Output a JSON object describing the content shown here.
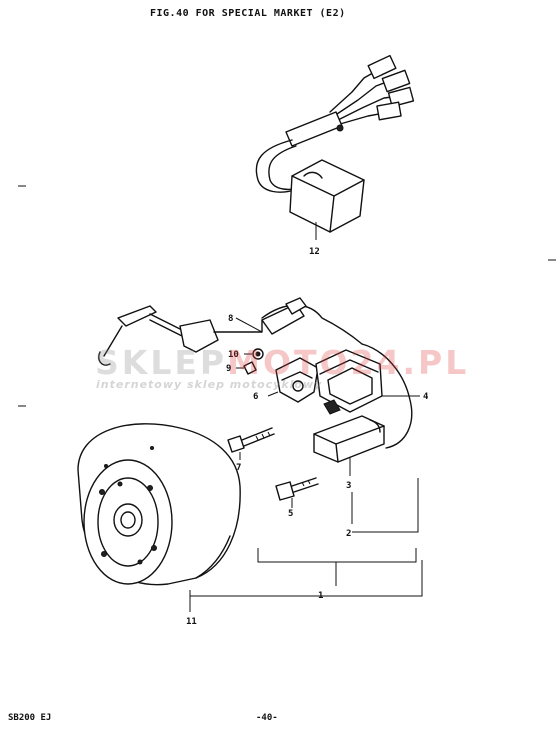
{
  "title": "FIG.40  FOR SPECIAL MARKET (E2)",
  "footer": {
    "model": "SB200 EJ",
    "page": "-40-"
  },
  "watermark": {
    "brand_a": "SKLEP",
    "brand_b": "MOTO24.PL",
    "tagline": "internetowy sklep motocyklowy"
  },
  "callouts": {
    "c1": "1",
    "c2": "2",
    "c3": "3",
    "c4": "4",
    "c5": "5",
    "c6": "6",
    "c7": "7",
    "c8": "8",
    "c9": "9",
    "c10": "10",
    "c11": "11",
    "c12": "12"
  },
  "colors": {
    "ink": "#111111",
    "watermark_red": "#e23a3a",
    "watermark_gray": "#888888"
  }
}
